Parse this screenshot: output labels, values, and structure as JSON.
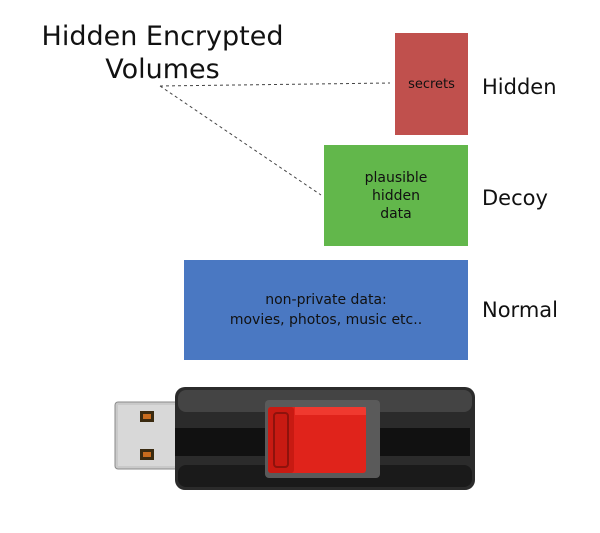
{
  "title": "Hidden Encrypted\nVolumes",
  "layers": {
    "hidden": {
      "content": "secrets",
      "label": "Hidden",
      "color": "#c0504d"
    },
    "decoy": {
      "content": "plausible\nhidden\ndata",
      "label": "Decoy",
      "color": "#62b74b"
    },
    "normal": {
      "content": "non-private data:\nmovies, photos, music etc..",
      "label": "Normal",
      "color": "#4a78c2"
    }
  },
  "usb_drive": {
    "body_color": "#2b2b2b",
    "slider_color": "#e0231b",
    "connector_color": "#c9c9c9"
  }
}
